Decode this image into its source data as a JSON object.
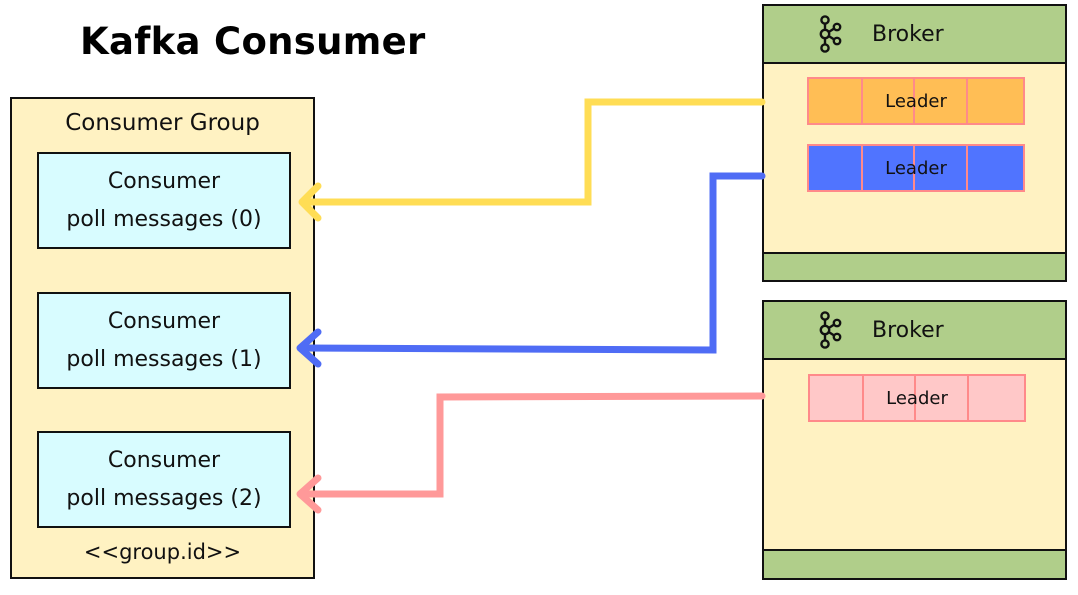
{
  "title": "Kafka Consumer",
  "consumer_group": {
    "label": "Consumer Group",
    "footer": "<<group.id>>",
    "consumers": [
      {
        "line1": "Consumer",
        "line2": "poll messages (0)"
      },
      {
        "line1": "Consumer",
        "line2": "poll messages (1)"
      },
      {
        "line1": "Consumer",
        "line2": "poll messages (2)"
      }
    ]
  },
  "brokers": [
    {
      "label": "Broker",
      "icon": "kafka-logo-icon",
      "partitions": [
        {
          "label": "Leader",
          "color": "#ffbe55"
        },
        {
          "label": "Leader",
          "color": "#5074ff"
        }
      ]
    },
    {
      "label": "Broker",
      "icon": "kafka-logo-icon",
      "partitions": [
        {
          "label": "Leader",
          "color": "#ffc8c8"
        }
      ]
    }
  ],
  "colors": {
    "arrow_yellow": "#ffdd55",
    "arrow_blue": "#4f6cf5",
    "arrow_pink": "#ff9999",
    "group_fill": "#fff2c2",
    "consumer_fill": "#d8fcff",
    "broker_header": "#b0ce8a",
    "partition_border": "#ff8a8a"
  }
}
